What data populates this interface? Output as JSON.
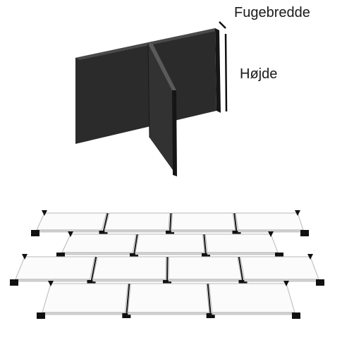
{
  "labels": {
    "width": "Fugebredde",
    "height": "Højde"
  },
  "colors": {
    "spacer_front": "#2a2a2a",
    "spacer_side": "#1b1b1b",
    "spacer_fin": "#303030",
    "tile_fill": "#fbfbfb",
    "tile_edge": "#b8b8b8",
    "dimension_line": "#111111"
  },
  "icons": [
    "cross-spacer-illustration",
    "tile-grid-illustration"
  ]
}
